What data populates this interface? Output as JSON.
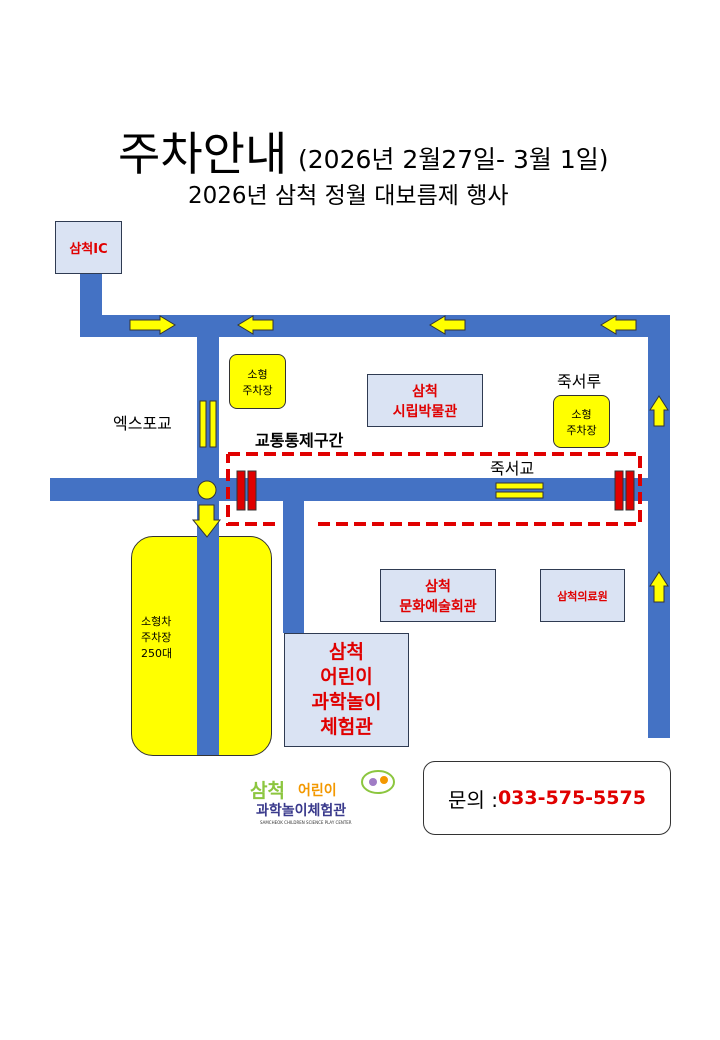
{
  "title": {
    "main": "주차안내",
    "dates": "(2026년 2월27일- 3월 1일)",
    "subtitle": "2026년 삼척  정월 대보름제 행사"
  },
  "map": {
    "ic": "삼척IC",
    "expo_bridge": "엑스포교",
    "traffic_control": "교통통제구간",
    "jukseo_bridge": "죽서교",
    "jukseoru": "죽서루",
    "small_parking_1": "소형\n주차장",
    "small_parking_2": "소형\n주차장",
    "museum": "삼척\n시립박물관",
    "culture_hall": "삼척\n문화예술회관",
    "medical": "삼척의료원",
    "big_parking": "소형차\n주차장\n250대",
    "children_center": "삼척\n어린이\n과학놀이\n체험관"
  },
  "logo": {
    "line1a": "삼척",
    "line1b": "어린이",
    "line2": "과학놀이체험관",
    "line3": "SAMCHEOK CHILDREN SCIENCE PLAY CENTER"
  },
  "contact": {
    "label": "문의 : ",
    "phone": "033-575-5575"
  },
  "colors": {
    "road": "#4472c4",
    "arrow": "#ffff00",
    "control": "#e00000",
    "box": "#dae3f3"
  }
}
